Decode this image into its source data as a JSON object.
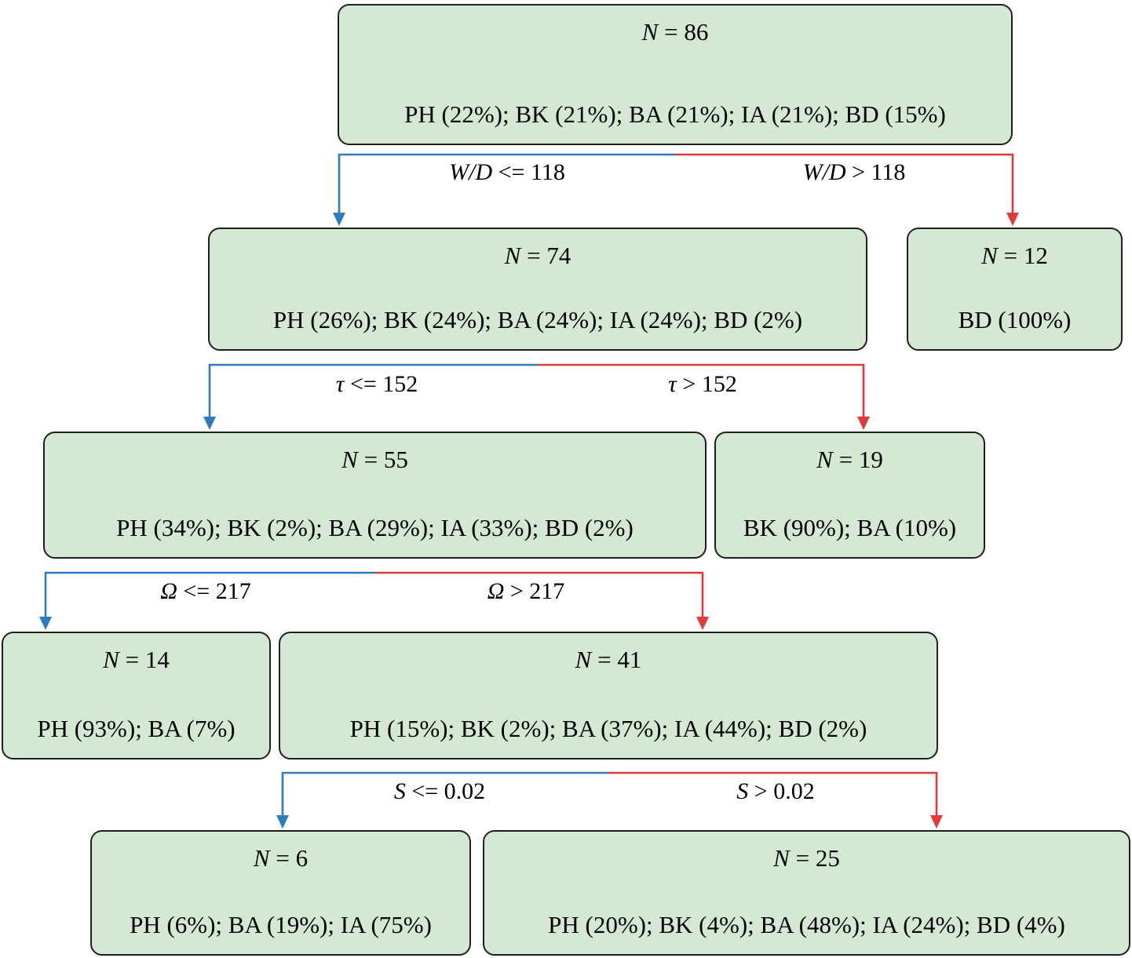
{
  "figure": {
    "type": "decision-tree"
  },
  "colors": {
    "node_fill": "#d4e8d4",
    "node_border": "#1f1f1f",
    "left_branch_blue": "#2e7bbd",
    "right_branch_red": "#e03a3a",
    "text": "#000000"
  },
  "tree": {
    "nodes": {
      "root": {
        "n_var": "N",
        "n_eq": " = 86",
        "dist": "PH (22%); BK (21%); BA (21%); IA (21%); BD (15%)"
      },
      "n74": {
        "n_var": "N",
        "n_eq": " = 74",
        "dist": "PH (26%); BK (24%); BA (24%); IA (24%); BD (2%)"
      },
      "n12": {
        "n_var": "N",
        "n_eq": " = 12",
        "dist": "BD (100%)"
      },
      "n55": {
        "n_var": "N",
        "n_eq": " = 55",
        "dist": "PH (34%); BK (2%); BA (29%); IA (33%); BD (2%)"
      },
      "n19": {
        "n_var": "N",
        "n_eq": " = 19",
        "dist": "BK (90%); BA (10%)"
      },
      "n14": {
        "n_var": "N",
        "n_eq": " = 14",
        "dist": "PH (93%); BA (7%)"
      },
      "n41": {
        "n_var": "N",
        "n_eq": " = 41",
        "dist": "PH (15%); BK (2%); BA (37%); IA (44%); BD (2%)"
      },
      "n6": {
        "n_var": "N",
        "n_eq": " = 6",
        "dist": "PH (6%); BA (19%); IA (75%)"
      },
      "n25": {
        "n_var": "N",
        "n_eq": " = 25",
        "dist": "PH (20%); BK (4%); BA (48%); IA (24%); BD (4%)"
      }
    },
    "edges": {
      "e1_left": {
        "var": "W/D",
        "cond": " <= 118"
      },
      "e1_right": {
        "var": "W/D",
        "cond": " > 118"
      },
      "e2_left": {
        "var": "τ",
        "cond": " <= 152"
      },
      "e2_right": {
        "var": "τ",
        "cond": " > 152"
      },
      "e3_left": {
        "var": "Ω",
        "cond": " <= 217"
      },
      "e3_right": {
        "var": "Ω",
        "cond": " > 217"
      },
      "e4_left": {
        "var": "S",
        "cond": " <= 0.02"
      },
      "e4_right": {
        "var": "S",
        "cond": " > 0.02"
      }
    }
  }
}
